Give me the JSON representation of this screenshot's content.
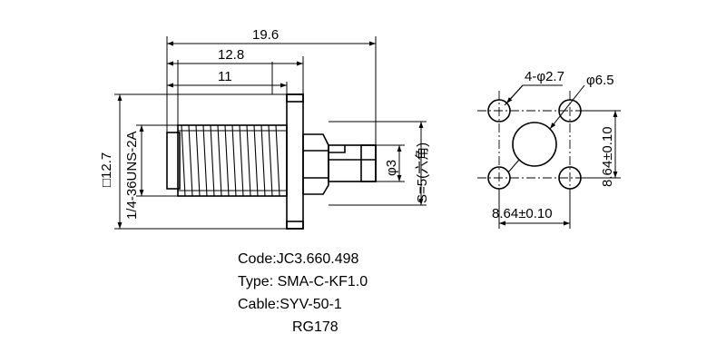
{
  "side_view": {
    "dim_overall": "19.6",
    "dim_middle": "12.8",
    "dim_inner": "11",
    "flange_square": "□12.7",
    "thread": "1/4-36UNS-2A",
    "pin_dia": "φ3",
    "hex": "S=5(六角)"
  },
  "footprint": {
    "mount_holes": "4-φ2.7",
    "center_hole": "φ6.5",
    "spacing_v": "8.64±0.10",
    "spacing_h": "8.64±0.10"
  },
  "spec": {
    "code": "Code:JC3.660.498",
    "type": "Type: SMA-C-KF1.0",
    "cable_1": "Cable:SYV-50-1",
    "cable_2": "RG178"
  }
}
